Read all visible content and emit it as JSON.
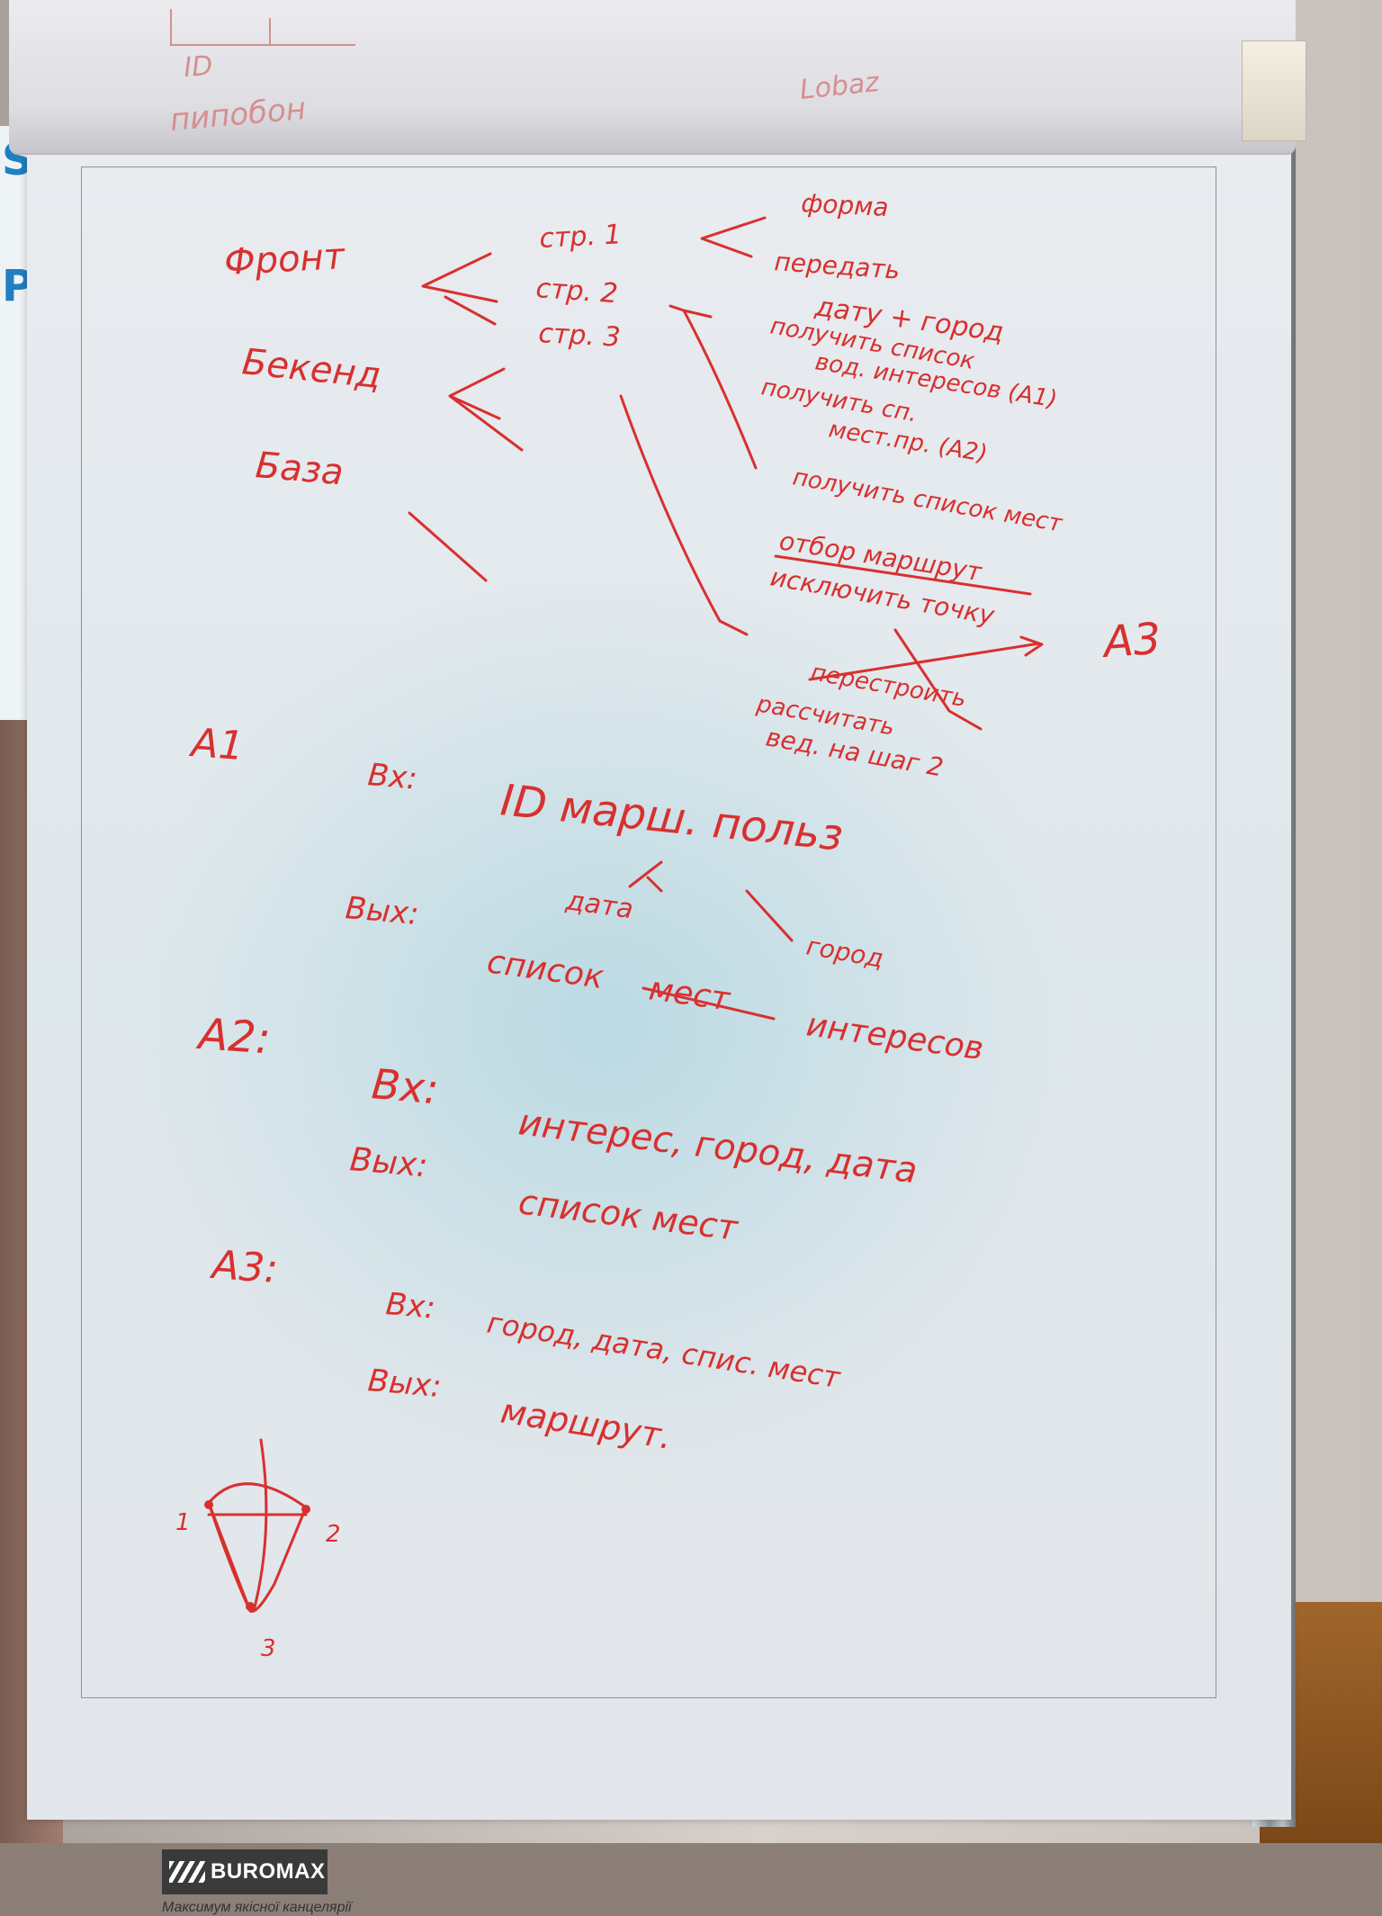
{
  "photo": {
    "description_free": true,
    "ink_color": "#d8302f",
    "paper_color": "#e4e9ec"
  },
  "rolled_page": {
    "texts": [
      "ID",
      "пипобон",
      "Lobaz"
    ]
  },
  "poster": {
    "letters": [
      "S",
      "P"
    ]
  },
  "layers": [
    "Фронт",
    "Бекенд",
    "База"
  ],
  "pages": [
    "стр. 1",
    "стр. 2",
    "стр. 3"
  ],
  "annotations": {
    "forma": "форма",
    "peredat": "передать",
    "data_gorod": "дату + город",
    "poluchit_1": "получить список",
    "poluchit_1b": "вод. интересов (A1)",
    "poluchit_2": "получить сп.",
    "poluchit_2b": "мест.пр.   (A2)",
    "poluchit_3": "получить список мест",
    "otbor": "отбор маршрут",
    "isklyuchit": "исключить точку",
    "perestroit": "перестроить",
    "rasschitat": "рассчитать",
    "vedi": "вед. на шаг 2",
    "a3": "A3"
  },
  "a1": {
    "label": "A1",
    "in_label": "Вх:",
    "in_value": "ID марш. польз",
    "in_sub_1": "дата",
    "in_sub_2": "город",
    "out_label": "Вых:",
    "out_value_1": "список",
    "out_struck": "мест",
    "out_value_2": "интересов"
  },
  "a2": {
    "label": "A2:",
    "in_label": "Вх:",
    "in_value": "интерес, город, дата",
    "out_label": "Вых:",
    "out_value": "список мест"
  },
  "a3": {
    "label": "A3:",
    "in_label": "Вх:",
    "in_value": "город, дата, спис. мест",
    "out_label": "Вых:",
    "out_value": "маршрут."
  },
  "route_diagram": {
    "nodes": [
      "1",
      "2",
      "3"
    ]
  },
  "brand": {
    "name": "BUROMAX",
    "tagline": "Максимум якісної канцелярії"
  }
}
